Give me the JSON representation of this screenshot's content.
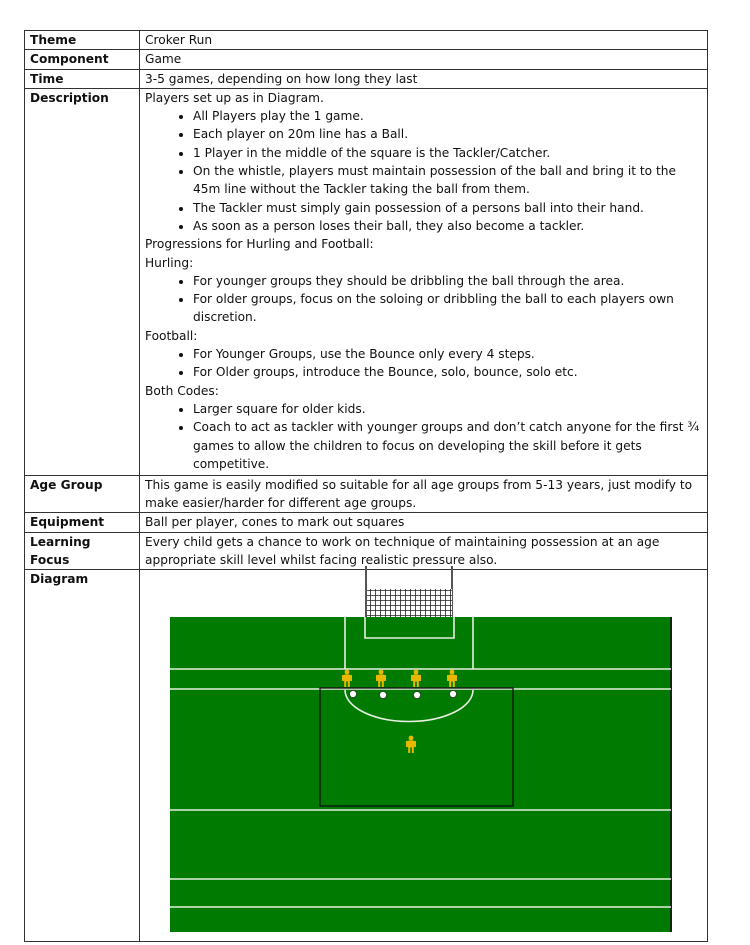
{
  "rows": {
    "theme": {
      "label": "Theme",
      "value": "Croker Run"
    },
    "component": {
      "label": "Component",
      "value": "Game"
    },
    "time": {
      "label": "Time",
      "value": "3-5 games, depending on how long they last"
    },
    "description": {
      "label": "Description",
      "intro": "Players set up as in Diagram.",
      "bullets": [
        "All Players play the 1 game.",
        "Each player on 20m line has a Ball.",
        "1 Player in the middle of the square is the Tackler/Catcher.",
        "On the whistle, players must maintain possession of the ball and bring it to the 45m line without the Tackler taking the ball from them.",
        "The Tackler must simply gain possession of a persons ball into their hand.",
        "As soon as a person loses their ball, they also become a tackler."
      ],
      "progressions": "Progressions for Hurling and Football:",
      "hurling_heading": "Hurling:",
      "hurling": [
        "For younger groups they should be dribbling the ball through the area.",
        "For older groups, focus on the soloing or dribbling the ball to each players own discretion."
      ],
      "football_heading": "Football:",
      "football": [
        "For Younger Groups, use the Bounce only every 4 steps.",
        "For Older groups, introduce the Bounce, solo, bounce, solo etc."
      ],
      "both_heading": "Both Codes:",
      "both": [
        "Larger square for older kids.",
        "Coach to act as tackler with younger groups and don’t catch anyone for the first ¾ games to allow the children to focus on developing the skill before it gets competitive."
      ]
    },
    "age_group": {
      "label": "Age Group",
      "value": "This game is easily modified so suitable for all age groups from 5-13 years, just modify to make easier/harder for different age groups."
    },
    "equipment": {
      "label": "Equipment",
      "value": "Ball per player, cones to mark out squares"
    },
    "learning_focus": {
      "label": "Learning Focus",
      "value": "Every child gets a chance to work on technique of maintaining possession at an age appropriate skill level whilst facing realistic pressure also."
    },
    "diagram": {
      "label": "Diagram"
    }
  },
  "colors": {
    "pitch": "#007a00",
    "player": "#e8b800",
    "lines": "#e8f0e0"
  }
}
